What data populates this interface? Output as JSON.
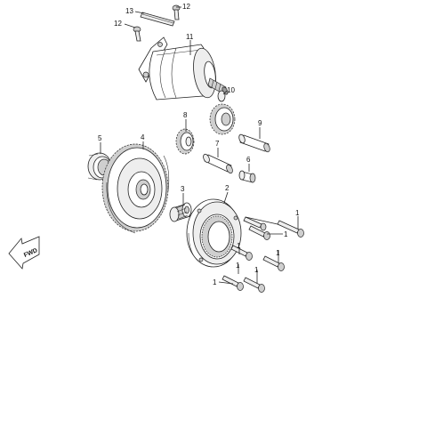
{
  "diagram": {
    "callouts": [
      {
        "id": "c1",
        "number": "1"
      },
      {
        "id": "c2",
        "number": "2"
      },
      {
        "id": "c3",
        "number": "3"
      },
      {
        "id": "c4",
        "number": "4"
      },
      {
        "id": "c5",
        "number": "5"
      },
      {
        "id": "c6",
        "number": "6"
      },
      {
        "id": "c7",
        "number": "7"
      },
      {
        "id": "c8",
        "number": "8"
      },
      {
        "id": "c9",
        "number": "9"
      },
      {
        "id": "c10",
        "number": "10"
      },
      {
        "id": "c11",
        "number": "11"
      },
      {
        "id": "c12",
        "number": "12"
      },
      {
        "id": "c13",
        "number": "13"
      }
    ],
    "direction_marker": "FWD"
  }
}
